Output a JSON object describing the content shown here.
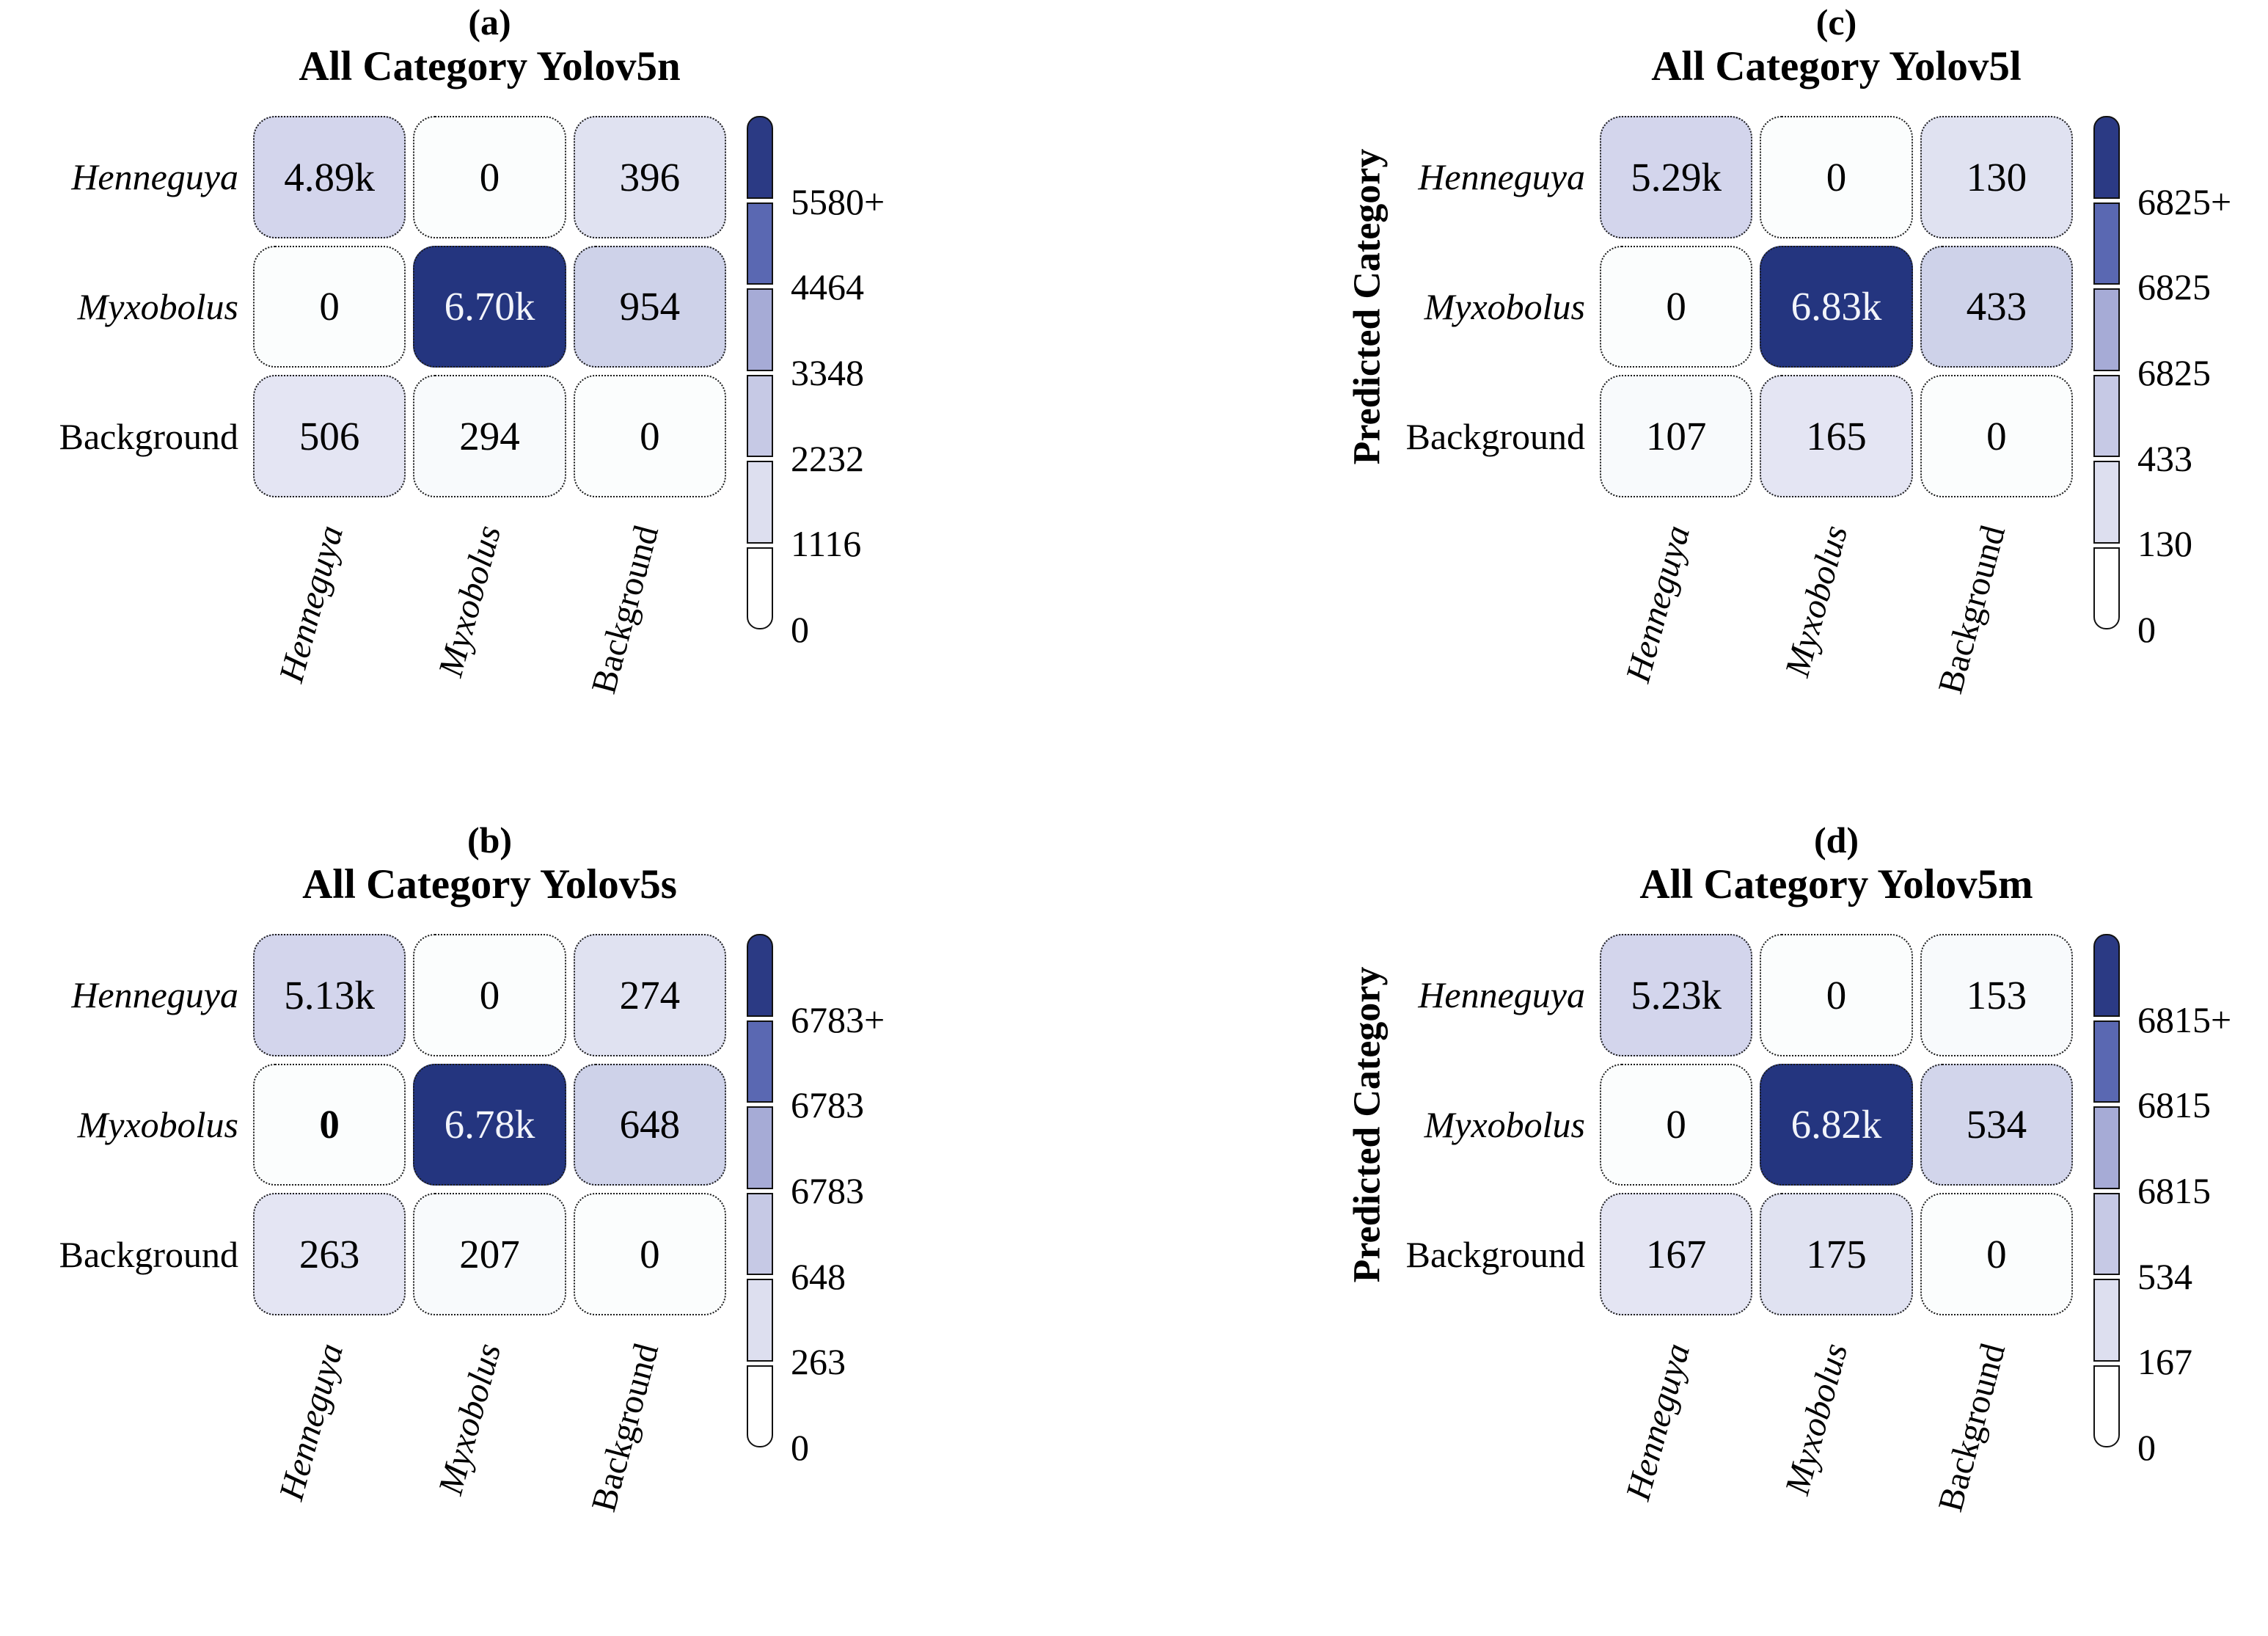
{
  "figure": {
    "background": "#ffffff"
  },
  "colors": {
    "diagonal_fill": "#24357f",
    "diagonal_text": "#f2f4fa",
    "cell_border": "#1b1b1b",
    "colorbar_border": "#111111"
  },
  "colorbar_colors": [
    "#2b3a84",
    "#5a68b2",
    "#a6abd6",
    "#c6c9e5",
    "#dddfef",
    "#ffffff"
  ],
  "panels": [
    {
      "id": "a",
      "position": "top-left",
      "label": "(a)",
      "title": "All Category Yolov5n",
      "predicted_label": "",
      "row_labels": [
        {
          "text": "Henneguya",
          "italic": true
        },
        {
          "text": "Myxobolus",
          "italic": true
        },
        {
          "text": "Background",
          "italic": false
        }
      ],
      "col_labels": [
        {
          "text": "Henneguya",
          "italic": true
        },
        {
          "text": "Myxobolus",
          "italic": true
        },
        {
          "text": "Background",
          "italic": false
        }
      ],
      "cells": [
        [
          {
            "text": "4.89k",
            "bg": "#d3d5ec",
            "fg": "#000000",
            "bold": false
          },
          {
            "text": "0",
            "bg": "#fbfdfd",
            "fg": "#000000",
            "bold": false
          },
          {
            "text": "396",
            "bg": "#e0e2f1",
            "fg": "#000000",
            "bold": false
          }
        ],
        [
          {
            "text": "0",
            "bg": "#fbfdfd",
            "fg": "#000000",
            "bold": false
          },
          {
            "text": "6.70k",
            "bg": "#24357f",
            "fg": "#f2f4fa",
            "bold": false
          },
          {
            "text": "954",
            "bg": "#ced2e9",
            "fg": "#000000",
            "bold": false
          }
        ],
        [
          {
            "text": "506",
            "bg": "#e4e5f3",
            "fg": "#000000",
            "bold": false
          },
          {
            "text": "294",
            "bg": "#f8fafc",
            "fg": "#000000",
            "bold": false
          },
          {
            "text": "0",
            "bg": "#fbfdfd",
            "fg": "#000000",
            "bold": false
          }
        ]
      ],
      "colorbar_ticks": [
        "5580+",
        "4464",
        "3348",
        "2232",
        "1116",
        "0"
      ]
    },
    {
      "id": "c",
      "position": "top-right",
      "label": "(c)",
      "title": "All Category Yolov5l",
      "predicted_label": "Predicted Category",
      "row_labels": [
        {
          "text": "Henneguya",
          "italic": true
        },
        {
          "text": "Myxobolus",
          "italic": true
        },
        {
          "text": "Background",
          "italic": false
        }
      ],
      "col_labels": [
        {
          "text": "Henneguya",
          "italic": true
        },
        {
          "text": "Myxobolus",
          "italic": true
        },
        {
          "text": "Background",
          "italic": false
        }
      ],
      "cells": [
        [
          {
            "text": "5.29k",
            "bg": "#d3d5ec",
            "fg": "#000000",
            "bold": false
          },
          {
            "text": "0",
            "bg": "#fbfdfd",
            "fg": "#000000",
            "bold": false
          },
          {
            "text": "130",
            "bg": "#e0e2f1",
            "fg": "#000000",
            "bold": false
          }
        ],
        [
          {
            "text": "0",
            "bg": "#fbfdfd",
            "fg": "#000000",
            "bold": false
          },
          {
            "text": "6.83k",
            "bg": "#24357f",
            "fg": "#f2f4fa",
            "bold": false
          },
          {
            "text": "433",
            "bg": "#ced2e9",
            "fg": "#000000",
            "bold": false
          }
        ],
        [
          {
            "text": "107",
            "bg": "#f8fafc",
            "fg": "#000000",
            "bold": false
          },
          {
            "text": "165",
            "bg": "#e4e5f3",
            "fg": "#000000",
            "bold": false
          },
          {
            "text": "0",
            "bg": "#fbfdfd",
            "fg": "#000000",
            "bold": false
          }
        ]
      ],
      "colorbar_ticks": [
        "6825+",
        "6825",
        "6825",
        "433",
        "130",
        "0"
      ]
    },
    {
      "id": "b",
      "position": "bottom-left",
      "label": "(b)",
      "title": "All Category Yolov5s",
      "predicted_label": "",
      "row_labels": [
        {
          "text": "Henneguya",
          "italic": true
        },
        {
          "text": "Myxobolus",
          "italic": true
        },
        {
          "text": "Background",
          "italic": false
        }
      ],
      "col_labels": [
        {
          "text": "Henneguya",
          "italic": true
        },
        {
          "text": "Myxobolus",
          "italic": true
        },
        {
          "text": "Background",
          "italic": false
        }
      ],
      "cells": [
        [
          {
            "text": "5.13k",
            "bg": "#d3d5ec",
            "fg": "#000000",
            "bold": false
          },
          {
            "text": "0",
            "bg": "#fbfdfd",
            "fg": "#000000",
            "bold": false
          },
          {
            "text": "274",
            "bg": "#e0e2f1",
            "fg": "#000000",
            "bold": false
          }
        ],
        [
          {
            "text": "0",
            "bg": "#fbfdfd",
            "fg": "#000000",
            "bold": true
          },
          {
            "text": "6.78k",
            "bg": "#24357f",
            "fg": "#f2f4fa",
            "bold": false
          },
          {
            "text": "648",
            "bg": "#ced2e9",
            "fg": "#000000",
            "bold": false
          }
        ],
        [
          {
            "text": "263",
            "bg": "#e4e5f3",
            "fg": "#000000",
            "bold": false
          },
          {
            "text": "207",
            "bg": "#f8fafc",
            "fg": "#000000",
            "bold": false
          },
          {
            "text": "0",
            "bg": "#fbfdfd",
            "fg": "#000000",
            "bold": false
          }
        ]
      ],
      "colorbar_ticks": [
        "6783+",
        "6783",
        "6783",
        "648",
        "263",
        "0"
      ]
    },
    {
      "id": "d",
      "position": "bottom-right",
      "label": "(d)",
      "title": "All Category Yolov5m",
      "predicted_label": "Predicted Category",
      "row_labels": [
        {
          "text": "Henneguya",
          "italic": true
        },
        {
          "text": "Myxobolus",
          "italic": true
        },
        {
          "text": "Background",
          "italic": false
        }
      ],
      "col_labels": [
        {
          "text": "Henneguya",
          "italic": true
        },
        {
          "text": "Myxobolus",
          "italic": true
        },
        {
          "text": "Background",
          "italic": false
        }
      ],
      "cells": [
        [
          {
            "text": "5.23k",
            "bg": "#d3d5ec",
            "fg": "#000000",
            "bold": false
          },
          {
            "text": "0",
            "bg": "#fbfdfd",
            "fg": "#000000",
            "bold": false
          },
          {
            "text": "153",
            "bg": "#f8fafc",
            "fg": "#000000",
            "bold": false
          }
        ],
        [
          {
            "text": "0",
            "bg": "#fbfdfd",
            "fg": "#000000",
            "bold": false
          },
          {
            "text": "6.82k",
            "bg": "#24357f",
            "fg": "#f2f4fa",
            "bold": false
          },
          {
            "text": "534",
            "bg": "#d2d5eb",
            "fg": "#000000",
            "bold": false
          }
        ],
        [
          {
            "text": "167",
            "bg": "#e4e5f3",
            "fg": "#000000",
            "bold": false
          },
          {
            "text": "175",
            "bg": "#e0e2f1",
            "fg": "#000000",
            "bold": false
          },
          {
            "text": "0",
            "bg": "#fbfdfd",
            "fg": "#000000",
            "bold": false
          }
        ]
      ],
      "colorbar_ticks": [
        "6815+",
        "6815",
        "6815",
        "534",
        "167",
        "0"
      ]
    }
  ],
  "chart_data": [
    {
      "type": "heatmap",
      "panel": "(a)",
      "title": "All Category Yolov5n",
      "rows": [
        "Henneguya",
        "Myxobolus",
        "Background"
      ],
      "cols": [
        "Henneguya",
        "Myxobolus",
        "Background"
      ],
      "values": [
        [
          4890,
          0,
          396
        ],
        [
          0,
          6700,
          954
        ],
        [
          506,
          294,
          0
        ]
      ],
      "value_labels": [
        [
          "4.89k",
          "0",
          "396"
        ],
        [
          "0",
          "6.70k",
          "954"
        ],
        [
          "506",
          "294",
          "0"
        ]
      ],
      "ylabel": "",
      "xlabel": "",
      "colorbar_ticks": [
        "5580+",
        "4464",
        "3348",
        "2232",
        "1116",
        "0"
      ],
      "legend_position": "right"
    },
    {
      "type": "heatmap",
      "panel": "(b)",
      "title": "All Category Yolov5s",
      "rows": [
        "Henneguya",
        "Myxobolus",
        "Background"
      ],
      "cols": [
        "Henneguya",
        "Myxobolus",
        "Background"
      ],
      "values": [
        [
          5130,
          0,
          274
        ],
        [
          0,
          6780,
          648
        ],
        [
          263,
          207,
          0
        ]
      ],
      "value_labels": [
        [
          "5.13k",
          "0",
          "274"
        ],
        [
          "0",
          "6.78k",
          "648"
        ],
        [
          "263",
          "207",
          "0"
        ]
      ],
      "ylabel": "",
      "xlabel": "",
      "colorbar_ticks": [
        "6783+",
        "6783",
        "6783",
        "648",
        "263",
        "0"
      ],
      "legend_position": "right"
    },
    {
      "type": "heatmap",
      "panel": "(c)",
      "title": "All Category Yolov5l",
      "rows": [
        "Henneguya",
        "Myxobolus",
        "Background"
      ],
      "cols": [
        "Henneguya",
        "Myxobolus",
        "Background"
      ],
      "values": [
        [
          5290,
          0,
          130
        ],
        [
          0,
          6830,
          433
        ],
        [
          107,
          165,
          0
        ]
      ],
      "value_labels": [
        [
          "5.29k",
          "0",
          "130"
        ],
        [
          "0",
          "6.83k",
          "433"
        ],
        [
          "107",
          "165",
          "0"
        ]
      ],
      "ylabel": "Predicted Category",
      "xlabel": "",
      "colorbar_ticks": [
        "6825+",
        "6825",
        "6825",
        "433",
        "130",
        "0"
      ],
      "legend_position": "right"
    },
    {
      "type": "heatmap",
      "panel": "(d)",
      "title": "All Category Yolov5m",
      "rows": [
        "Henneguya",
        "Myxobolus",
        "Background"
      ],
      "cols": [
        "Henneguya",
        "Myxobolus",
        "Background"
      ],
      "values": [
        [
          5230,
          0,
          153
        ],
        [
          0,
          6820,
          534
        ],
        [
          167,
          175,
          0
        ]
      ],
      "value_labels": [
        [
          "5.23k",
          "0",
          "153"
        ],
        [
          "0",
          "6.82k",
          "534"
        ],
        [
          "167",
          "175",
          "0"
        ]
      ],
      "ylabel": "Predicted Category",
      "xlabel": "",
      "colorbar_ticks": [
        "6815+",
        "6815",
        "6815",
        "534",
        "167",
        "0"
      ],
      "legend_position": "right"
    }
  ]
}
